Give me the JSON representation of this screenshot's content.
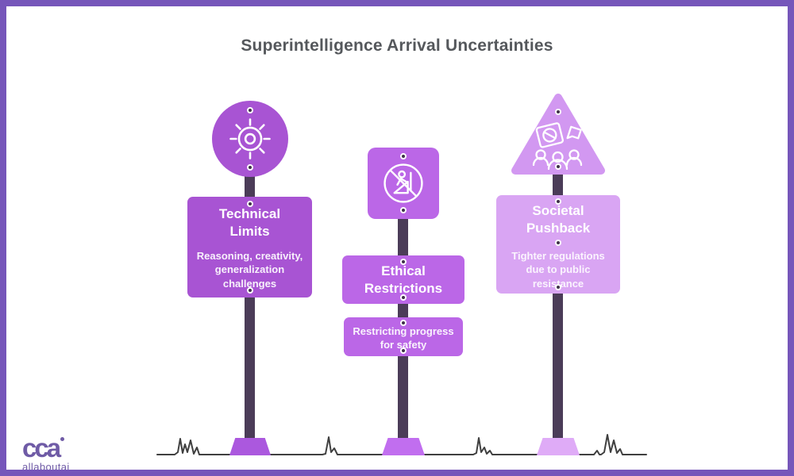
{
  "title": "Superintelligence Arrival Uncertainties",
  "signposts": [
    {
      "title": "Technical Limits",
      "body": "Reasoning, creativity, generalization challenges",
      "icon": "sun-gear-icon",
      "shape": "circle",
      "color": "#a854d3"
    },
    {
      "title": "Ethical Restrictions",
      "body": "Restricting progress for safety",
      "icon": "no-climbing-icon",
      "shape": "square",
      "color": "#bb67e7"
    },
    {
      "title": "Societal Pushback",
      "body": "Tighter regulations due to public resistance",
      "icon": "protest-icon",
      "shape": "triangle",
      "color": "#d9a5f3"
    }
  ],
  "brand": {
    "mark": "cca",
    "name": "allaboutai"
  },
  "colors": {
    "border": "#7656ba",
    "background": "#ffffff",
    "pole": "#4b3c58",
    "ground": "#3f3f3f",
    "title_text": "#55585c",
    "sign_text": "#ffffff",
    "logo": "#6f5ba6"
  }
}
